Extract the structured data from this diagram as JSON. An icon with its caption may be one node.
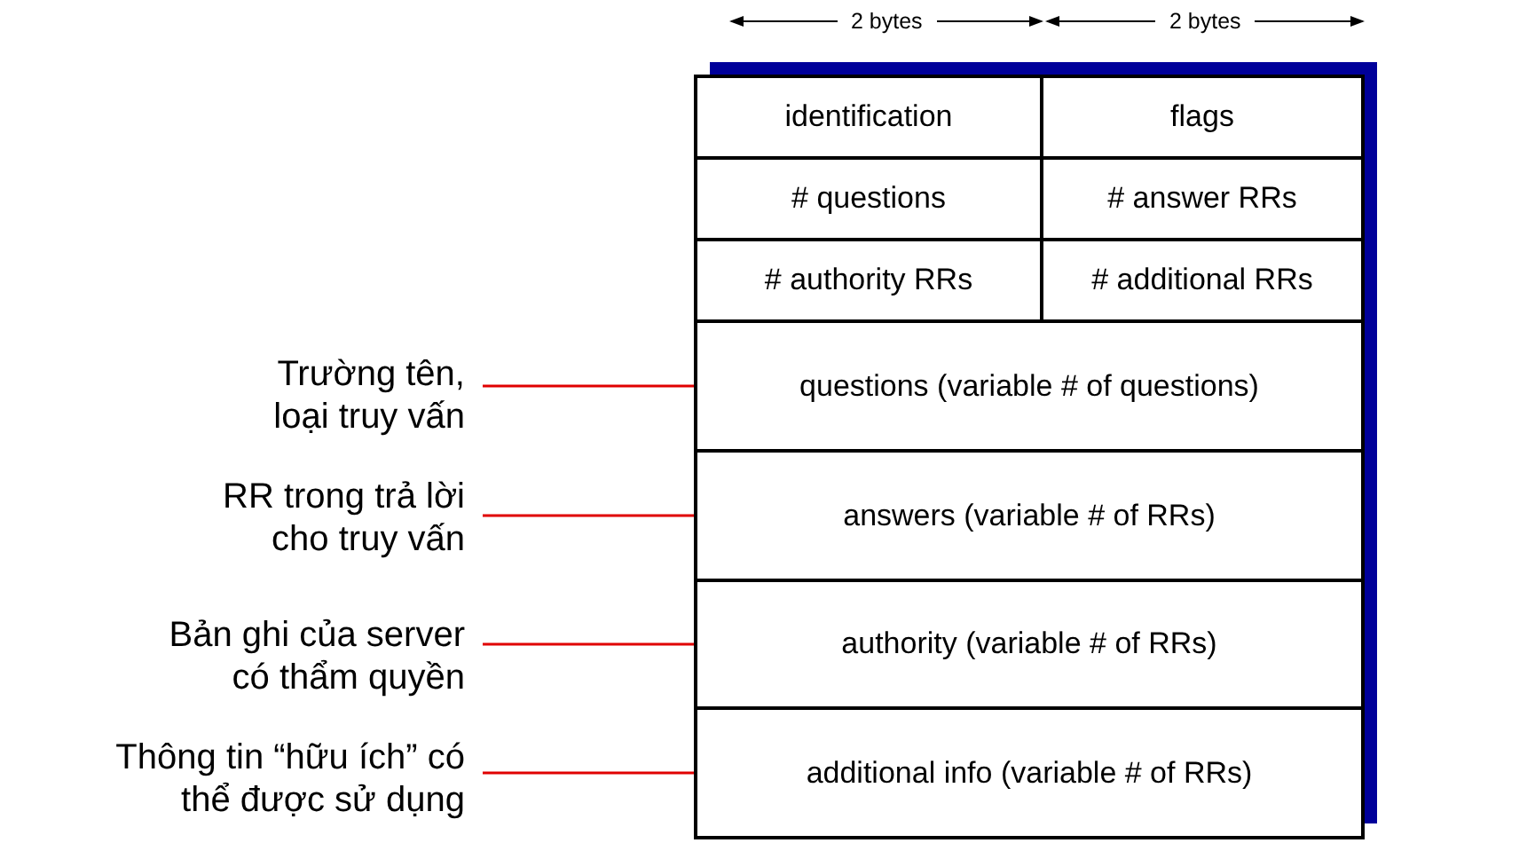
{
  "diagram": {
    "nodes": [
      {
        "text": [],
        "shape": "box"
      },
      {
        "text": [
          "identification"
        ],
        "in": 0
      },
      {
        "text": [
          "flags"
        ],
        "in": 0
      },
      {
        "text": [
          "# questions"
        ],
        "in": 0
      },
      {
        "text": [
          "# answer RRs"
        ],
        "in": 0
      },
      {
        "text": [
          "# authority RRs"
        ],
        "in": 0
      },
      {
        "text": [
          "# additional RRs"
        ],
        "in": 0
      },
      {
        "text": [
          "questions (variable # of questions)"
        ],
        "in": 0
      },
      {
        "text": [
          "answers (variable # of RRs)"
        ],
        "in": 0
      },
      {
        "text": [
          "authority (variable # of RRs)"
        ],
        "in": 0
      },
      {
        "text": [
          "additional info (variable # of RRs)"
        ],
        "in": 0
      },
      {
        "text": [
          "Trường tên, loại truy vấn"
        ]
      },
      {
        "text": [
          "RR trong trả lời cho truy vấn"
        ]
      },
      {
        "text": [
          "Bản ghi của server có thẩm quyền"
        ]
      },
      {
        "text": [
          "Thông tin “hữu ích” có thể được sử dụng"
        ]
      }
    ],
    "edges": [
      {
        "from": 11,
        "to": 7,
        "arrow": "none"
      },
      {
        "from": 12,
        "to": 8,
        "arrow": "none"
      },
      {
        "from": 13,
        "to": 9,
        "arrow": "none"
      },
      {
        "from": 14,
        "to": 10,
        "arrow": "none"
      }
    ],
    "labels": [
      "2 bytes",
      "2 bytes"
    ]
  }
}
